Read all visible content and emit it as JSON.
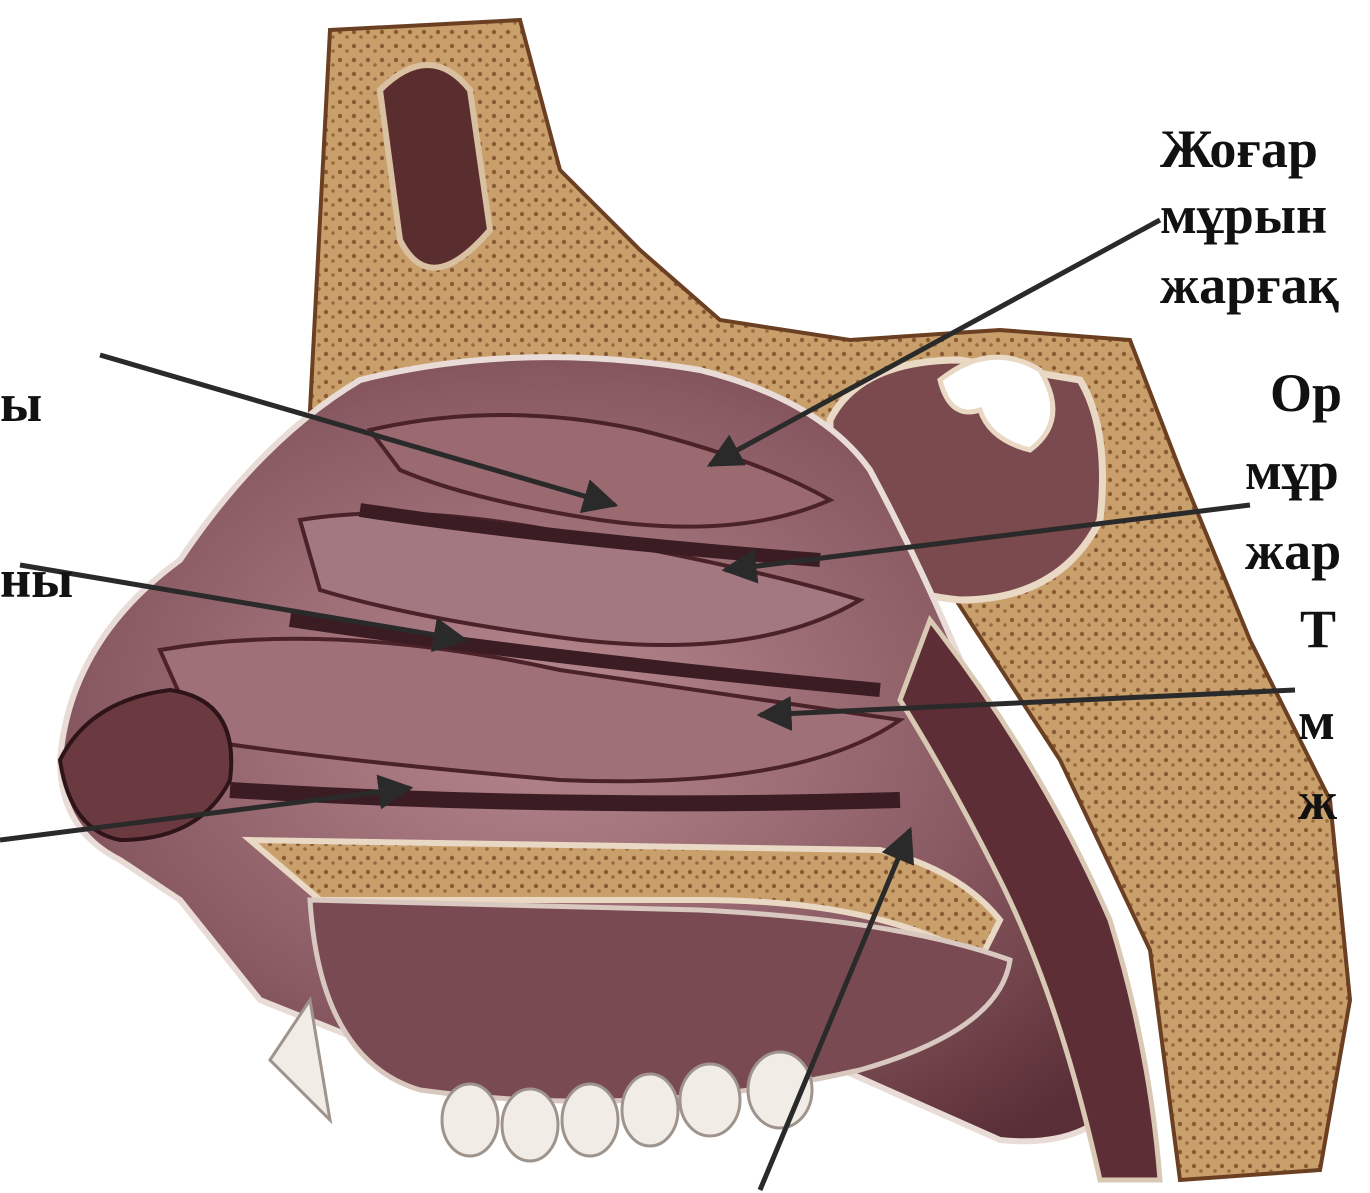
{
  "labels": {
    "superior": [
      "Жоғар",
      "мұрын",
      "жарғақ"
    ],
    "middle": [
      "Ор",
      "мұр",
      "жар"
    ],
    "inferior": [
      "Т",
      "м",
      "ж"
    ],
    "left_upper": "ы",
    "left_middle": "ны"
  },
  "colors": {
    "bone": "#c29a6a",
    "bone_dark": "#8a5a34",
    "mucosa": "#7a4a52",
    "mucosa_light": "#b88a90",
    "cavity_dark": "#3a1c22",
    "arrow": "#2a2a2a"
  }
}
